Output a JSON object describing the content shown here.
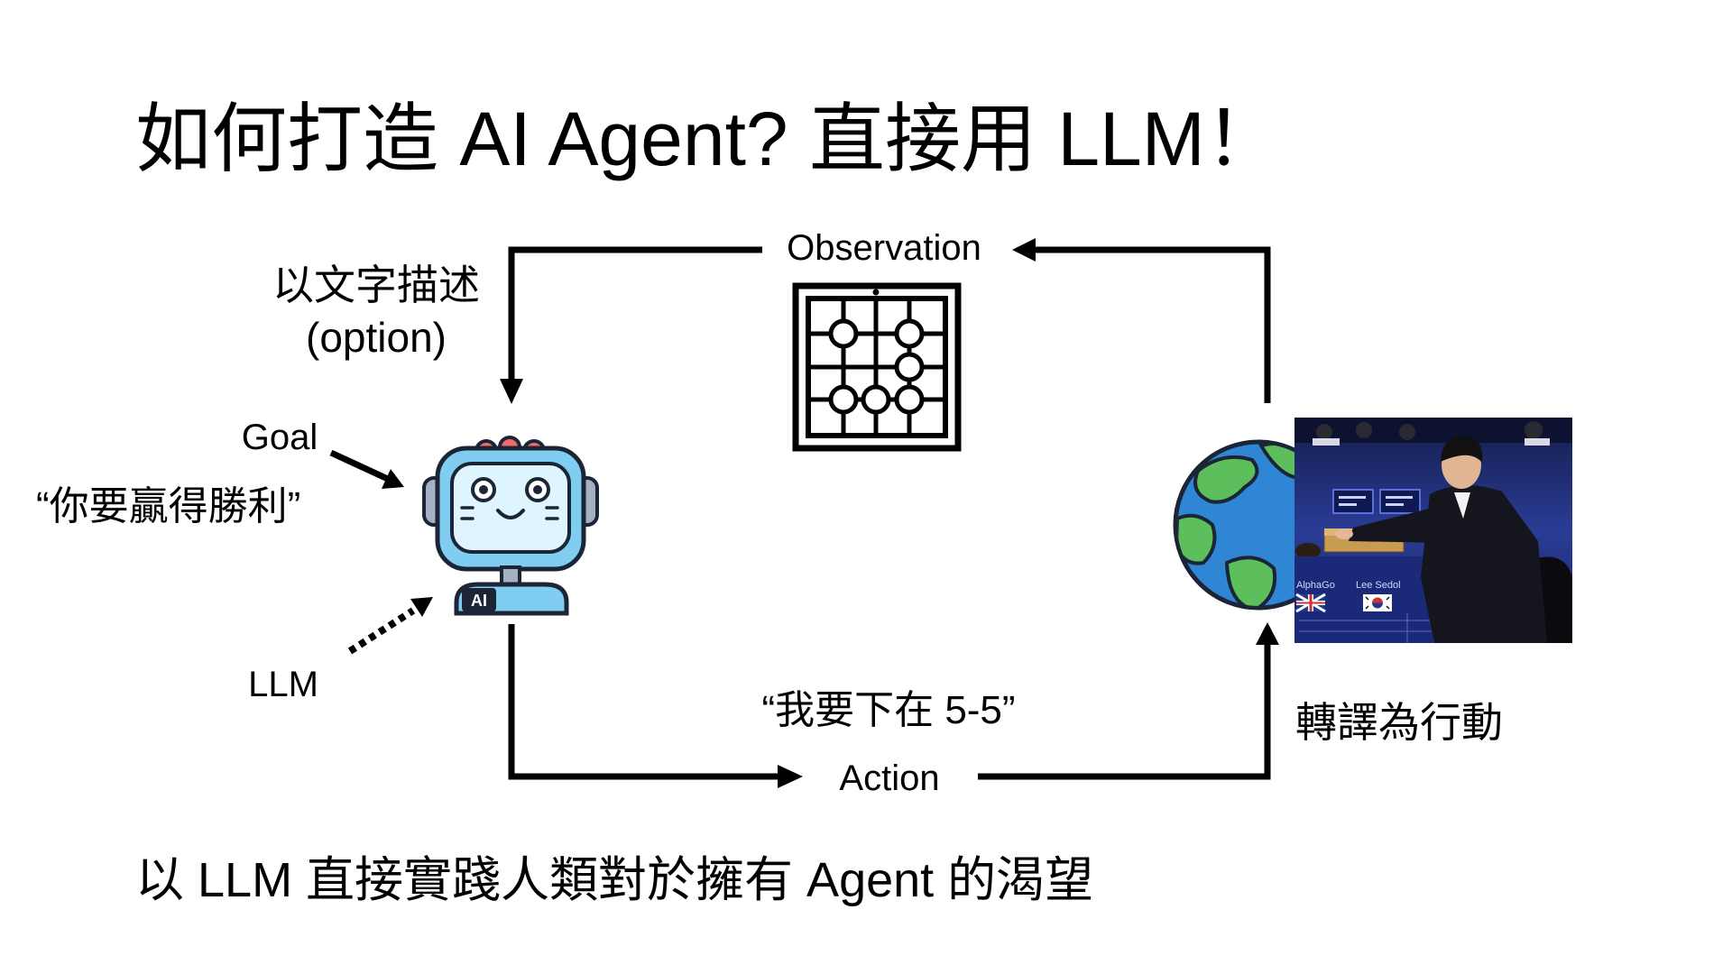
{
  "slide": {
    "title": "如何打造 AI Agent? 直接用 LLM！",
    "subtitle": "以 LLM 直接實踐人類對於擁有 Agent 的渴望"
  },
  "diagram": {
    "observation_label": "Observation",
    "observation_note_line1": "以文字描述",
    "observation_note_line2": "(option)",
    "goal_label": "Goal",
    "goal_text": "“你要贏得勝利”",
    "llm_label": "LLM",
    "action_text": "“我要下在 5-5”",
    "action_label": "Action",
    "translate_label": "轉譯為行動"
  },
  "robot": {
    "badge": "AI"
  },
  "photo": {
    "left_name": "AlphaGo",
    "right_name": "Lee Sedol"
  },
  "icons": {
    "observation": "go-board-icon",
    "agent": "robot-icon",
    "environment": "globe-icon"
  },
  "colors": {
    "arrows": "#000000",
    "robot_body": "#7fcdf0",
    "robot_antenna": "#ee6b6b",
    "globe_ocean": "#2e86d4",
    "globe_land": "#5cbf5c"
  }
}
